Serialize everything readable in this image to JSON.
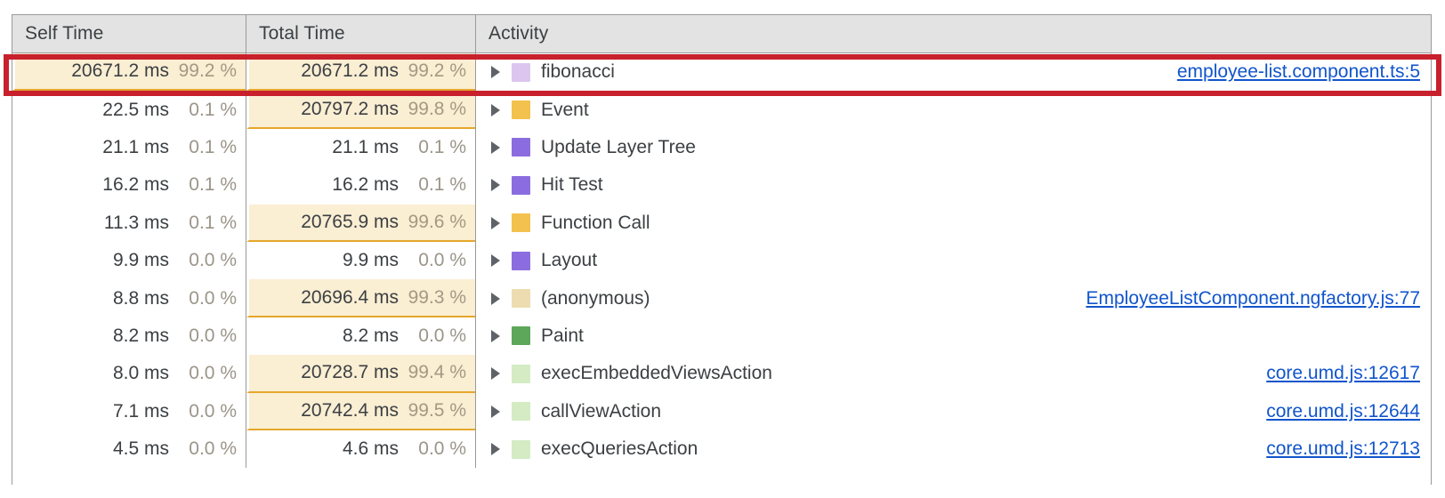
{
  "table": {
    "columns": [
      {
        "key": "self_time",
        "label": "Self Time"
      },
      {
        "key": "total_time",
        "label": "Total Time"
      },
      {
        "key": "activity",
        "label": "Activity"
      }
    ],
    "rows": [
      {
        "self_ms": "20671.2 ms",
        "self_pct": "99.2 %",
        "self_highlight": true,
        "total_ms": "20671.2 ms",
        "total_pct": "99.2 %",
        "total_highlight": true,
        "activity": "fibonacci",
        "swatch_color": "#dcc6f0",
        "link": "employee-list.component.ts:5",
        "annotated": true
      },
      {
        "self_ms": "22.5 ms",
        "self_pct": "0.1 %",
        "self_highlight": false,
        "total_ms": "20797.2 ms",
        "total_pct": "99.8 %",
        "total_highlight": true,
        "activity": "Event",
        "swatch_color": "#f3c14d",
        "link": "",
        "annotated": false
      },
      {
        "self_ms": "21.1 ms",
        "self_pct": "0.1 %",
        "self_highlight": false,
        "total_ms": "21.1 ms",
        "total_pct": "0.1 %",
        "total_highlight": false,
        "activity": "Update Layer Tree",
        "swatch_color": "#8c6de0",
        "link": "",
        "annotated": false
      },
      {
        "self_ms": "16.2 ms",
        "self_pct": "0.1 %",
        "self_highlight": false,
        "total_ms": "16.2 ms",
        "total_pct": "0.1 %",
        "total_highlight": false,
        "activity": "Hit Test",
        "swatch_color": "#8c6de0",
        "link": "",
        "annotated": false
      },
      {
        "self_ms": "11.3 ms",
        "self_pct": "0.1 %",
        "self_highlight": false,
        "total_ms": "20765.9 ms",
        "total_pct": "99.6 %",
        "total_highlight": true,
        "activity": "Function Call",
        "swatch_color": "#f3c14d",
        "link": "",
        "annotated": false
      },
      {
        "self_ms": "9.9 ms",
        "self_pct": "0.0 %",
        "self_highlight": false,
        "total_ms": "9.9 ms",
        "total_pct": "0.0 %",
        "total_highlight": false,
        "activity": "Layout",
        "swatch_color": "#8c6de0",
        "link": "",
        "annotated": false
      },
      {
        "self_ms": "8.8 ms",
        "self_pct": "0.0 %",
        "self_highlight": false,
        "total_ms": "20696.4 ms",
        "total_pct": "99.3 %",
        "total_highlight": true,
        "activity": "(anonymous)",
        "swatch_color": "#ecdcb0",
        "link": "EmployeeListComponent.ngfactory.js:77",
        "annotated": false
      },
      {
        "self_ms": "8.2 ms",
        "self_pct": "0.0 %",
        "self_highlight": false,
        "total_ms": "8.2 ms",
        "total_pct": "0.0 %",
        "total_highlight": false,
        "activity": "Paint",
        "swatch_color": "#5da75a",
        "link": "",
        "annotated": false
      },
      {
        "self_ms": "8.0 ms",
        "self_pct": "0.0 %",
        "self_highlight": false,
        "total_ms": "20728.7 ms",
        "total_pct": "99.4 %",
        "total_highlight": true,
        "activity": "execEmbeddedViewsAction",
        "swatch_color": "#d4ebc3",
        "link": "core.umd.js:12617",
        "annotated": false
      },
      {
        "self_ms": "7.1 ms",
        "self_pct": "0.0 %",
        "self_highlight": false,
        "total_ms": "20742.4 ms",
        "total_pct": "99.5 %",
        "total_highlight": true,
        "activity": "callViewAction",
        "swatch_color": "#d4ebc3",
        "link": "core.umd.js:12644",
        "annotated": false
      },
      {
        "self_ms": "4.5 ms",
        "self_pct": "0.0 %",
        "self_highlight": false,
        "total_ms": "4.6 ms",
        "total_pct": "0.0 %",
        "total_highlight": false,
        "activity": "execQueriesAction",
        "swatch_color": "#d4ebc3",
        "link": "core.umd.js:12713",
        "annotated": false
      }
    ]
  },
  "annotation": {
    "color": "#c8202c",
    "target_row_activity": "fibonacci"
  },
  "colors": {
    "header_bg": "#e3e3e3",
    "grid_line": "#9a9a9a",
    "highlight_bg": "#faeed3",
    "highlight_bar": "#e5a72c",
    "link": "#1155cc",
    "text": "#3c4043",
    "muted_text": "#9b9589"
  }
}
